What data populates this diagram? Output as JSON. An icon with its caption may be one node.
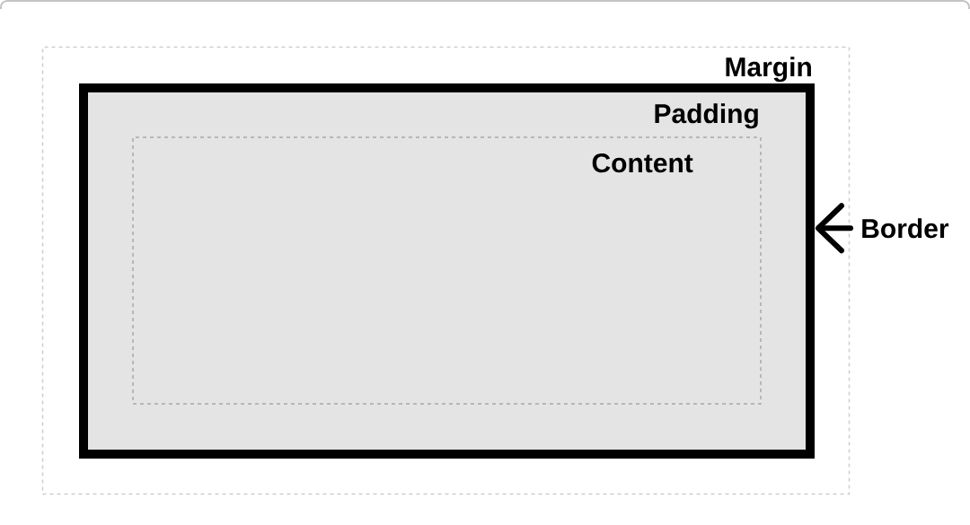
{
  "diagram": {
    "nodes": [
      {
        "text": [
          "Margin"
        ]
      },
      {
        "text": [
          "Padding"
        ],
        "in": 0
      },
      {
        "text": [
          "Content"
        ],
        "in": 1
      },
      {
        "text": [
          "Border"
        ]
      }
    ],
    "edges": [
      {
        "from": 3,
        "to": 1,
        "arrow": "to"
      }
    ]
  }
}
